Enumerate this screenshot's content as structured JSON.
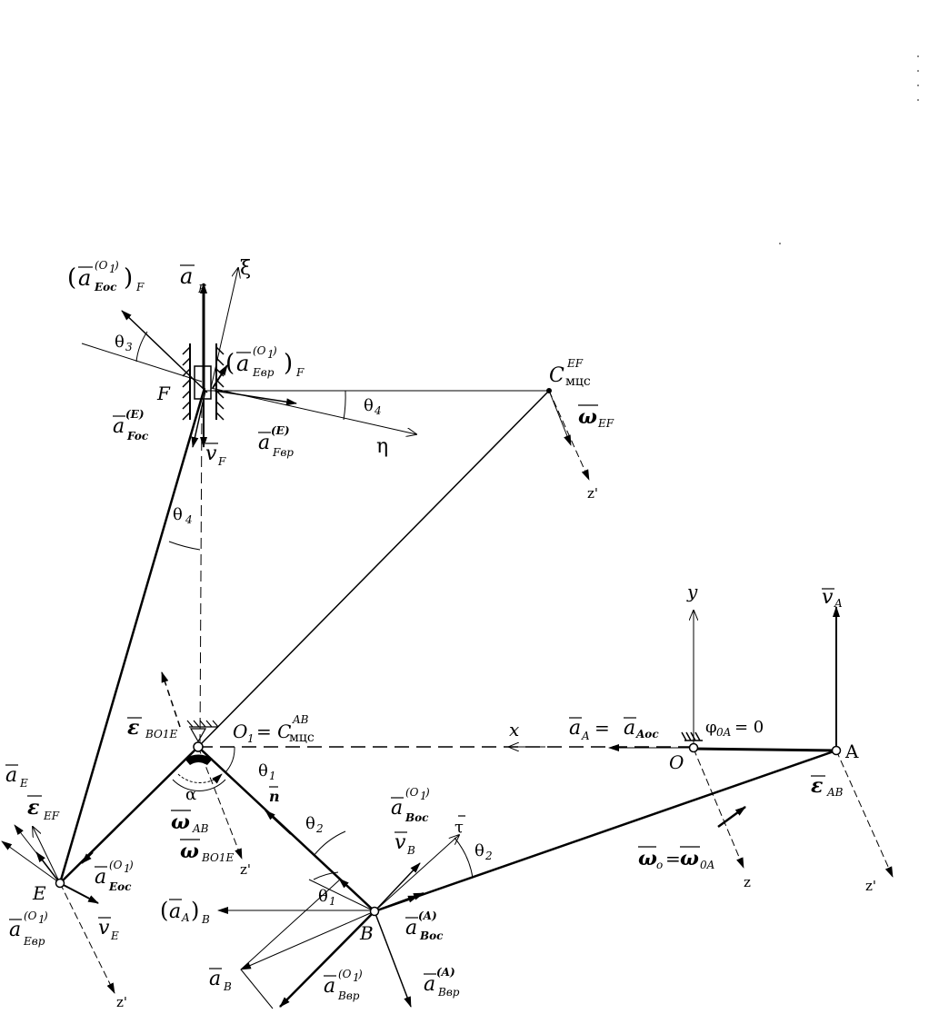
{
  "diagram": {
    "points": {
      "O": "O",
      "A": "A",
      "B": "B",
      "E": "E",
      "F": "F",
      "O1": "O",
      "O1_sub": "1",
      "O1_eq": "= C",
      "O1_sup": "AB",
      "O1_mcs": "мцс",
      "C": "C",
      "C_sup": "EF",
      "C_mcs": "мцс"
    },
    "axes": {
      "x": "x",
      "y": "y",
      "xi": "ξ",
      "eta": "η",
      "z": "z",
      "zprime": "z'",
      "tau": "τ",
      "n": "n"
    },
    "angles": {
      "theta": "θ",
      "s1": "1",
      "s2": "2",
      "s3": "3",
      "s4": "4",
      "alpha": "α",
      "phi": "φ",
      "phi_sub": "0A",
      "phi_eq": "= 0"
    },
    "vectors": {
      "a": "a",
      "v": "v",
      "eps": "ε",
      "omega": "ω",
      "sub_A": "A",
      "sub_Aoc": "Aoc",
      "sub_B": "B",
      "sub_F": "F",
      "sub_E": "E",
      "sub_EF": "EF",
      "sub_AB": "AB",
      "sub_BO1E": "BO1E",
      "sub_0A": "0A",
      "sub_o": "o",
      "sub_Eoc": "Eoc",
      "sub_Ebp": "Eвр",
      "sub_Boc": "Boc",
      "sub_Bbp": "Bвр",
      "sub_Foc": "Foc",
      "sub_Fbp": "Fвр",
      "sup_O1": "(O",
      "sup_O1_close": ")",
      "sup_O1_sub": "1",
      "sup_A": "(A)",
      "sup_E": "(E)",
      "eq": "=",
      "paren_open": "(",
      "paren_close": ")"
    }
  }
}
